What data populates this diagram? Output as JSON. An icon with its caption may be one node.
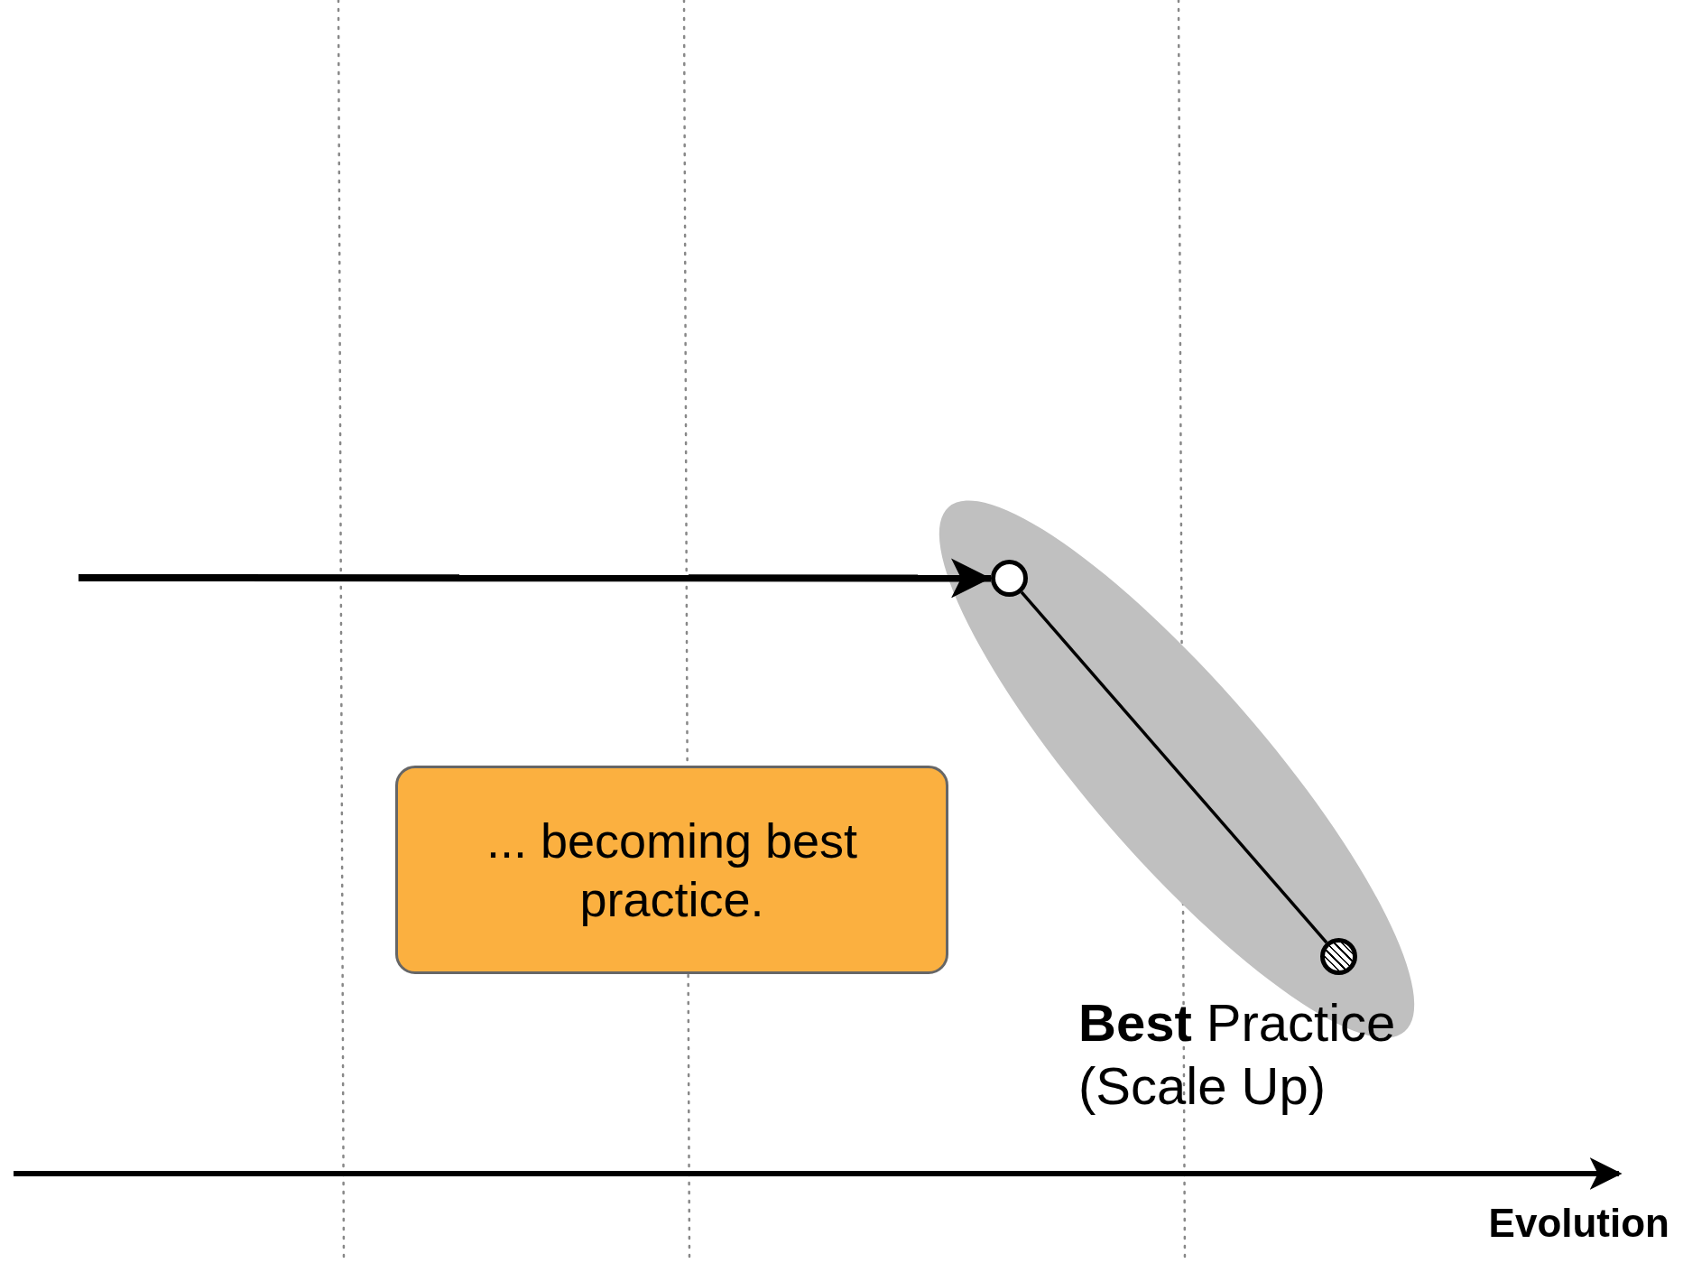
{
  "diagram": {
    "nodes": [
      {
        "text": [],
        "shape": "ellipse"
      },
      {
        "text": [],
        "shape": "circle",
        "in": 0
      },
      {
        "text": [],
        "shape": "circle",
        "in": 0,
        "beside": [
          "**Best** Practice (Scale Up)"
        ]
      },
      {
        "text": [
          "... becoming best practice."
        ]
      }
    ],
    "edges": [
      {
        "from": null,
        "to": 1,
        "arrow": "to",
        "style": "thick"
      },
      {
        "from": 1,
        "to": 2,
        "arrow": "none"
      }
    ],
    "labels": [
      "Evolution"
    ]
  }
}
